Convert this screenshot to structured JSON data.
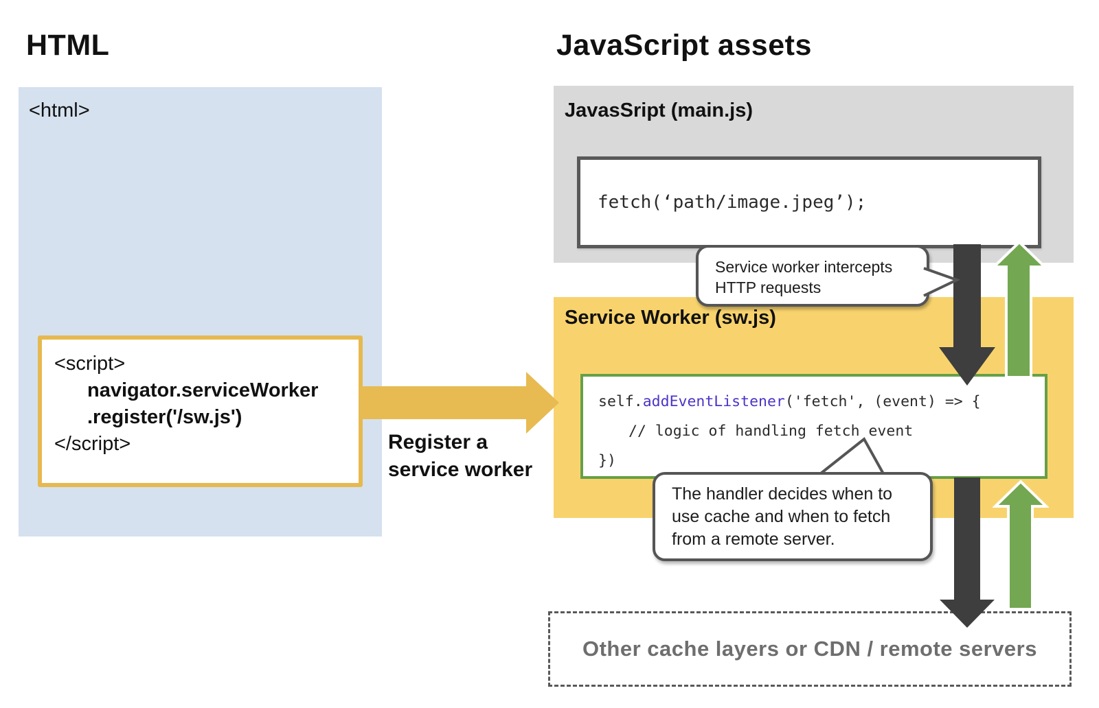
{
  "headings": {
    "left": "HTML",
    "right": "JavaScript assets"
  },
  "html_panel": {
    "tag": "<html>",
    "script_box": {
      "open": "<script>",
      "line2": "navigator.serviceWorker",
      "line3": ".register('/sw.js')",
      "close": "</script>"
    }
  },
  "register_arrow": {
    "label": "Register a service worker"
  },
  "mainjs": {
    "label": "JavasSript (main.js)",
    "code": "fetch(‘path/image.jpeg’);"
  },
  "service_worker": {
    "label": "Service Worker (sw.js)",
    "code": {
      "prefix": "self.",
      "keyword": "addEventListener",
      "suffix": "('fetch', (event) => {",
      "line2": "// logic of handling fetch event",
      "line3": "})"
    }
  },
  "bubbles": {
    "intercept": "Service worker intercepts HTTP requests",
    "handler": "The handler decides when to use cache and when to fetch from a remote server."
  },
  "cache_layers": {
    "label": "Other cache layers or CDN / remote servers"
  },
  "colors": {
    "html_panel_bg": "#d5e1ef",
    "assets_panel_bg": "#d9d9d9",
    "service_worker_panel_bg": "#f8d36d",
    "accent_gold": "#e7bb52",
    "gold_border": "#e6b94f",
    "accent_green": "#74a751",
    "green_border": "#66a046",
    "arrow_dark": "#3e3e3e",
    "bubble_border": "#555555",
    "code_keyword": "#4b34c7",
    "cache_text": "#6e6e6e"
  }
}
